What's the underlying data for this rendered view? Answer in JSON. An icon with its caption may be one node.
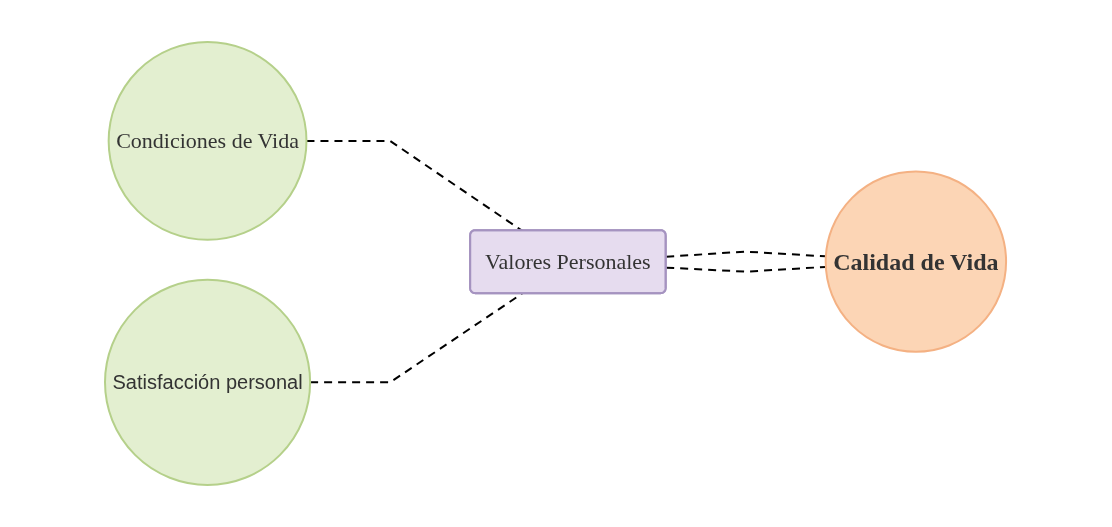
{
  "diagram": {
    "nodes": [
      {
        "text": [
          "Condiciones de Vida"
        ]
      },
      {
        "text": [
          "Satisfacción personal"
        ]
      },
      {
        "text": [
          "Valores Personales"
        ]
      },
      {
        "text": [
          "Calidad de Vida"
        ]
      }
    ],
    "edges": [
      {
        "from": 0,
        "to": 2,
        "arrow": "none",
        "style": "dashed"
      },
      {
        "from": 1,
        "to": 2,
        "arrow": "none",
        "style": "dashed"
      },
      {
        "from": 2,
        "to": 3,
        "arrow": "none",
        "style": "dashed"
      },
      {
        "from": 2,
        "to": 3,
        "arrow": "none",
        "style": "dashed"
      }
    ]
  }
}
